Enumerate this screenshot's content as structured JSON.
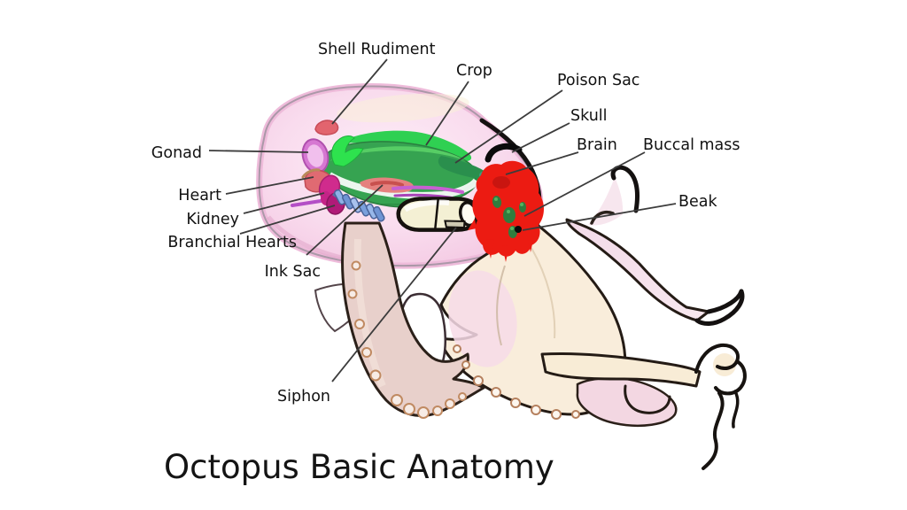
{
  "title": "Octopus Basic Anatomy",
  "figure": {
    "type": "anatomical-diagram",
    "subject": "Octopus internal anatomy, lateral cutaway view",
    "background": "#ffffff"
  },
  "labels": {
    "shell_rudiment": {
      "text": "Shell Rudiment",
      "leader": [
        437,
        67,
        375,
        140
      ]
    },
    "crop": {
      "text": "Crop",
      "leader": [
        529,
        92,
        481,
        164
      ]
    },
    "poison_sac": {
      "text": "Poison Sac",
      "leader": [
        635,
        102,
        514,
        184
      ]
    },
    "skull": {
      "text": "Skull",
      "leader": [
        643,
        139,
        578,
        172
      ]
    },
    "brain": {
      "text": "Brain",
      "leader": [
        653,
        172,
        571,
        197
      ]
    },
    "buccal_mass": {
      "text": "Buccal mass",
      "leader": [
        728,
        172,
        592,
        244
      ]
    },
    "beak": {
      "text": "Beak",
      "leader": [
        763,
        230,
        590,
        260
      ]
    },
    "gonad": {
      "text": "Gonad",
      "leader": [
        236,
        170,
        348,
        172
      ]
    },
    "heart": {
      "text": "Heart",
      "leader": [
        255,
        219,
        354,
        200
      ]
    },
    "kidney": {
      "text": "Kidney",
      "leader": [
        275,
        241,
        366,
        218
      ]
    },
    "branchial_hearts": {
      "text": "Branchial Hearts",
      "leader": [
        271,
        264,
        378,
        232
      ]
    },
    "ink_sac": {
      "text": "Ink Sac",
      "leader": [
        346,
        288,
        432,
        209
      ]
    },
    "siphon": {
      "text": "Siphon",
      "leader": [
        375,
        431,
        515,
        257
      ]
    }
  },
  "colors": {
    "mantle": "#f6cde5",
    "mantle_center": "#fcecf6",
    "body_web": "#f9eddb",
    "arm_pink": "#f4dce8",
    "front_arm": "#e8d0cb",
    "outline_dark": "#241b15",
    "digestive_gland": "#36a351",
    "crop_band": "#2fd052",
    "poison_sac": "#2a8f4d",
    "gonad": "#d678d2",
    "heart": "#e06a72",
    "kidney": "#d02b8d",
    "branchial_hearts": "#b01a78",
    "gills": "#7fa8e2",
    "ink_sac": "#e5817e",
    "siphon_funnel": "#f4f0d4",
    "shell_rudiment": "#e2646e",
    "skull": "#0b0b0b",
    "buccal_mass": "#ec1b12",
    "buccal_green": "#2f7d3e",
    "beak": "#0a0a0a",
    "label_text": "#121212",
    "leader_line": "#3c3c3c"
  }
}
